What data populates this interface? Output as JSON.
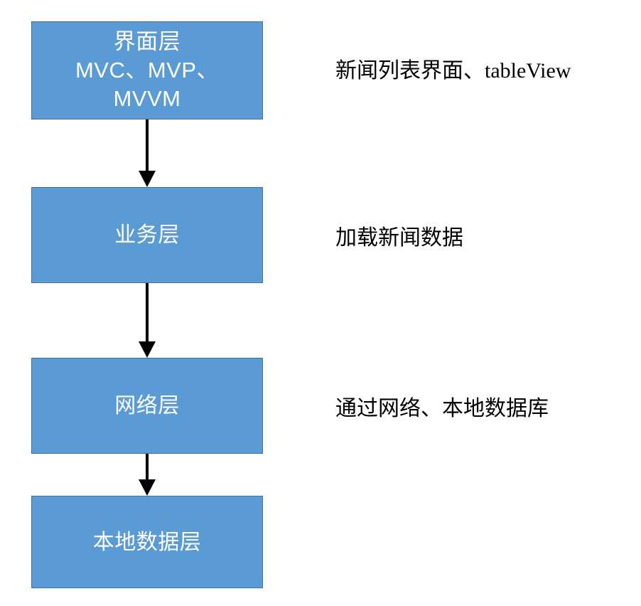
{
  "diagram": {
    "title": "",
    "background_color": "#FFFFFF",
    "node_fill_color": "#5B9BD5",
    "node_border_color": "#41719C",
    "node_text_color": "#FFFFFF",
    "connector_color": "#000000",
    "note_text_color": "#000000",
    "nodes": [
      {
        "id": "ui",
        "label": "界面层\nMVC、MVP、\nMVVM"
      },
      {
        "id": "business",
        "label": "业务层"
      },
      {
        "id": "network",
        "label": "网络层"
      },
      {
        "id": "localdata",
        "label": "本地数据层"
      }
    ],
    "notes": [
      {
        "id": "ui",
        "text": "新闻列表界面、tableView"
      },
      {
        "id": "business",
        "text": "加载新闻数据"
      },
      {
        "id": "network",
        "text": "通过网络、本地数据库"
      }
    ],
    "connectors": [
      {
        "id": "ui-to-business",
        "from": "ui",
        "to": "business",
        "direction": "down",
        "style": "solid-arrow"
      },
      {
        "id": "business-to-network",
        "from": "business",
        "to": "network",
        "direction": "down",
        "style": "solid-arrow"
      },
      {
        "id": "network-to-localdata",
        "from": "network",
        "to": "localdata",
        "direction": "down",
        "style": "solid-arrow"
      }
    ]
  }
}
